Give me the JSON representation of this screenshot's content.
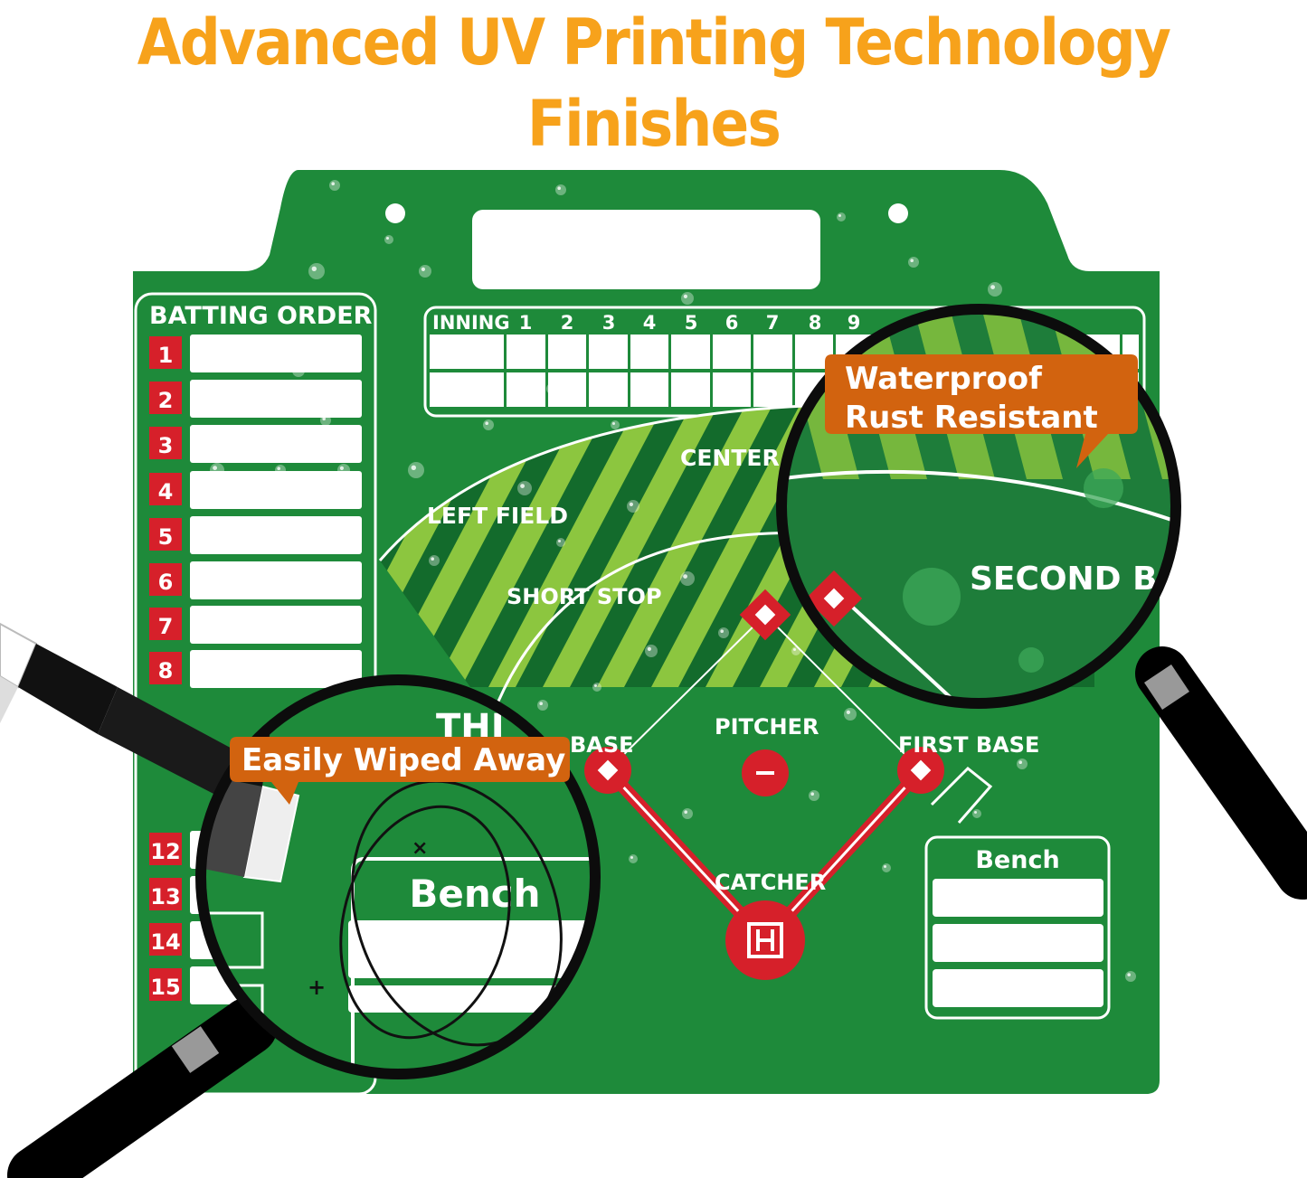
{
  "headline": "Advanced UV Printing Technology Finishes",
  "colors": {
    "headline": "#f7a21b",
    "board_green": "#1e8a3a",
    "stripe_light": "#8cc63f",
    "stripe_dark": "#136b2c",
    "base_red": "#d6202a",
    "callout": "#d2630f"
  },
  "batting_order": {
    "title": "BATTING ORDER",
    "numbers": [
      "1",
      "2",
      "3",
      "4",
      "5",
      "6",
      "7",
      "8",
      "12",
      "13",
      "14",
      "15"
    ]
  },
  "scoreboard": {
    "label": "INNING",
    "innings": [
      "1",
      "2",
      "3",
      "4",
      "5",
      "6",
      "7",
      "8",
      "9"
    ]
  },
  "field": {
    "center": "CENTER",
    "left_field": "LEFT FIELD",
    "short_stop": "SHORT STOP",
    "pitcher": "PITCHER",
    "first_base": "FIRST BASE",
    "third_base": "BASE",
    "catcher": "CATCHER"
  },
  "bench": {
    "title": "Bench"
  },
  "magnifier_right": {
    "callout_line1": "Waterproof",
    "callout_line2": "Rust Resistant",
    "field_label": "SECOND BA"
  },
  "magnifier_left": {
    "callout": "Easily Wiped Away",
    "bench_title": "Bench"
  }
}
